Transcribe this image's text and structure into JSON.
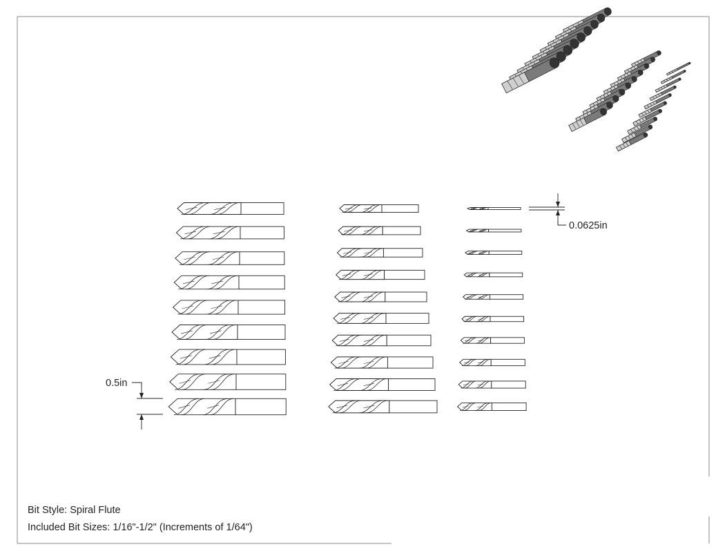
{
  "dimensions": {
    "large_bit_diameter": "0.5in",
    "small_bit_diameter": "0.0625in"
  },
  "notes": {
    "bit_style": "Bit Style: Spiral Flute",
    "included_sizes": "Included Bit Sizes: 1/16\"-1/2\" (Increments of 1/64\")"
  },
  "drill_set": {
    "count": 29,
    "size_min_in": 0.0625,
    "size_max_in": 0.5,
    "increment_in": 0.015625,
    "columns": 3
  },
  "colors": {
    "line": "#222222",
    "shaded_body": "#7a7a7a",
    "shaded_tip": "#d0d0d0"
  }
}
